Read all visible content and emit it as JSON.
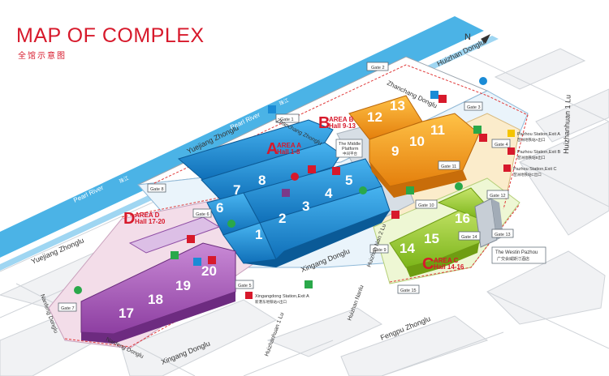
{
  "header": {
    "title": "MAP OF COMPLEX",
    "subtitle": "全馆示意图"
  },
  "compass": {
    "label": "N"
  },
  "river": {
    "name": "Pearl River",
    "name_cn": "珠江"
  },
  "roads": {
    "yuejiang_top": "Yuejiang Zhonglu",
    "yuejiang_left": "Yuejiang Zhonglu",
    "huizhan_dong": "Huizhan Donglu",
    "zhanchang_top": "Zhanchang Donglu",
    "zhanchang_mid": "Zhanchang Zhonglu",
    "huizhan_east": "Huizhanhuan 1 Lu",
    "fengpu": "Fengpu Zhonglu",
    "xingang_mid": "Xingang Donglu",
    "xingang_bottom": "Xingang Donglu",
    "huizhan_nan_2": "Huizhan Nan 2 Lu",
    "huizhan_nan_3": "Huizhan Nanlu",
    "huizhan_west": "Huizhanhuan 1 Lu",
    "nanfeng": "Nanfeng Donglu",
    "nanfeng_vert": "Nanfeng Donglu"
  },
  "areas": {
    "a": {
      "letter": "A",
      "word": "AREA A",
      "halls": "Hall 1-8"
    },
    "b": {
      "letter": "B",
      "word": "AREA B",
      "halls": "Hall 9-13"
    },
    "c": {
      "letter": "C",
      "word": "AREA C",
      "halls": "Hall 14-16"
    },
    "d": {
      "letter": "D",
      "word": "AREA D",
      "halls": "Hall 17-20"
    }
  },
  "halls_a": [
    "1",
    "2",
    "3",
    "4",
    "5",
    "6",
    "7",
    "8"
  ],
  "halls_b": [
    "9",
    "10",
    "11",
    "12",
    "13"
  ],
  "halls_c": [
    "14",
    "15",
    "16"
  ],
  "halls_d": [
    "17",
    "18",
    "19",
    "20"
  ],
  "gates": {
    "g1": "Gate 1",
    "g2": "Gate 2",
    "g3": "Gate 3",
    "g4": "Gate 4",
    "g5": "Gate 5",
    "g6": "Gate 6",
    "g7": "Gate 7",
    "g8": "Gate 8",
    "g9": "Gate 9",
    "g10": "Gate 10",
    "g11": "Gate 11",
    "g12": "Gate 12",
    "g13": "Gate 13",
    "g14": "Gate 14",
    "g15": "Gate 15"
  },
  "stations": {
    "pazhou_b": "Pazhou Station,Exit B",
    "pazhou_b_cn": "琶洲地铁站B出口",
    "pazhou_a": "Pazhou Station,Exit A",
    "pazhou_a_cn": "琶洲地铁站A出口",
    "pazhou_c": "Pazhou Station,Exit C",
    "pazhou_c_cn": "琶洲地铁站C出口",
    "xingang_a": "Xingangdong Station,Exit A",
    "xingang_a_cn": "新港东地铁站A出口"
  },
  "middle": {
    "line1": "The Middle",
    "line2": "Platform",
    "line3": "中间平台"
  },
  "hotel": {
    "name": "The Westin Pazhou",
    "name_cn": "广交会威斯汀酒店"
  },
  "colors": {
    "title_red": "#d7192b",
    "area_a": "#1a8bd6",
    "area_b": "#f39a1a",
    "area_c": "#9ccc2a",
    "area_d": "#a455b5",
    "river": "#4bb3e6"
  }
}
